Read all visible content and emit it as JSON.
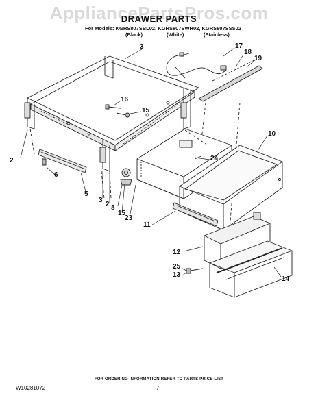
{
  "watermark": "AppliancePartsPros.com",
  "title": "DRAWER PARTS",
  "models": "For Models: KGRS807SBL02, KGRS807SWH02, KGRS807SSS02",
  "variants": [
    "(Black)",
    "(White)",
    "(Stainless)"
  ],
  "callouts": {
    "c3a": "3",
    "c17": "17",
    "c18": "18",
    "c19": "19",
    "c16": "16",
    "c15a": "15",
    "c10": "10",
    "c24": "24",
    "c2a": "2",
    "c6": "6",
    "c5": "5",
    "c3b": "3",
    "c2b": "2",
    "c8": "8",
    "c15b": "15",
    "c23": "23",
    "c11": "11",
    "c12": "12",
    "c25": "25",
    "c13": "13",
    "c14": "14"
  },
  "footer": {
    "ordering_info": "FOR ORDERING INFORMATION REFER TO PARTS PRICE LIST",
    "doc_number": "W10281072",
    "page_number": "7"
  }
}
